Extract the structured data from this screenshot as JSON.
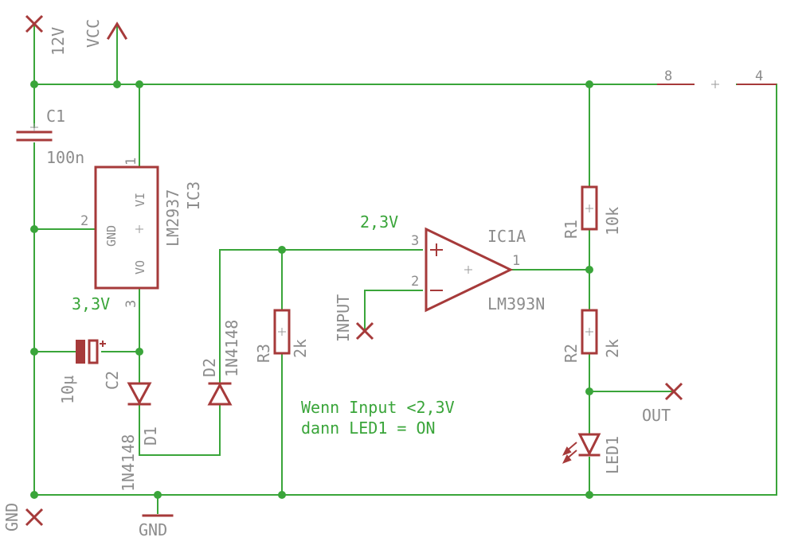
{
  "supply": {
    "v12": "12V",
    "vcc": "VCC",
    "gnd_left": "GND",
    "gnd_symbol": "GND"
  },
  "c1": {
    "name": "C1",
    "value": "100n"
  },
  "c2": {
    "name": "C2",
    "value": "10µ"
  },
  "ic3": {
    "name": "IC3",
    "value": "LM2937",
    "pin_vi": "1",
    "pin_gnd": "2",
    "pin_vo": "3",
    "label_vi": "VI",
    "label_gnd": "GND",
    "label_vo": "VO"
  },
  "d1": {
    "name": "D1",
    "value": "1N4148"
  },
  "d2": {
    "name": "D2",
    "value": "1N4148"
  },
  "r1": {
    "name": "R1",
    "value": "10k"
  },
  "r2": {
    "name": "R2",
    "value": "2k"
  },
  "r3": {
    "name": "R3",
    "value": "2k"
  },
  "ic1": {
    "name": "IC1A",
    "value": "LM393N",
    "pin_plus": "3",
    "pin_minus": "2",
    "pin_out": "1",
    "pin_vcc": "8",
    "pin_gnd": "4"
  },
  "led1": {
    "name": "LED1"
  },
  "nets": {
    "v33": "3,3V",
    "v23": "2,3V",
    "input": "INPUT",
    "out": "OUT"
  },
  "note": {
    "line1": "Wenn Input <2,3V",
    "line2": "dann LED1 = ON"
  },
  "colors": {
    "wire": "#3aa53a",
    "symbol": "#a63a3a",
    "text": "#8c8c8c"
  }
}
